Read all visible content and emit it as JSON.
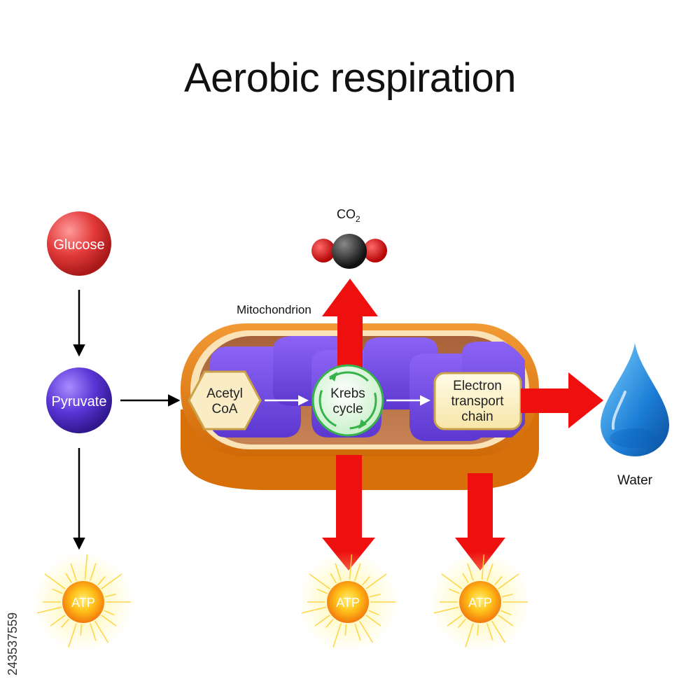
{
  "title": "Aerobic respiration",
  "stock_id": "243537559",
  "labels": {
    "glucose": "Glucose",
    "pyruvate": "Pyruvate",
    "acetyl_line1": "Acetyl",
    "acetyl_line2": "CoA",
    "krebs_line1": "Krebs",
    "krebs_line2": "cycle",
    "etc_line1": "Electron",
    "etc_line2": "transport",
    "etc_line3": "chain",
    "mitochondrion": "Mitochondrion",
    "co2_main": "CO",
    "co2_sub": "2",
    "water": "Water",
    "atp_1": "ATP",
    "atp_2": "ATP",
    "atp_3": "ATP"
  },
  "colors": {
    "glucose": "#e23a3a",
    "pyruvate": "#5a35d6",
    "big_arrow": "#ee0f0f",
    "mito_outer": "#e07a10",
    "mito_inner": "#7a4fe8",
    "krebs_green": "#35b34a",
    "atp": "#f5a623"
  }
}
